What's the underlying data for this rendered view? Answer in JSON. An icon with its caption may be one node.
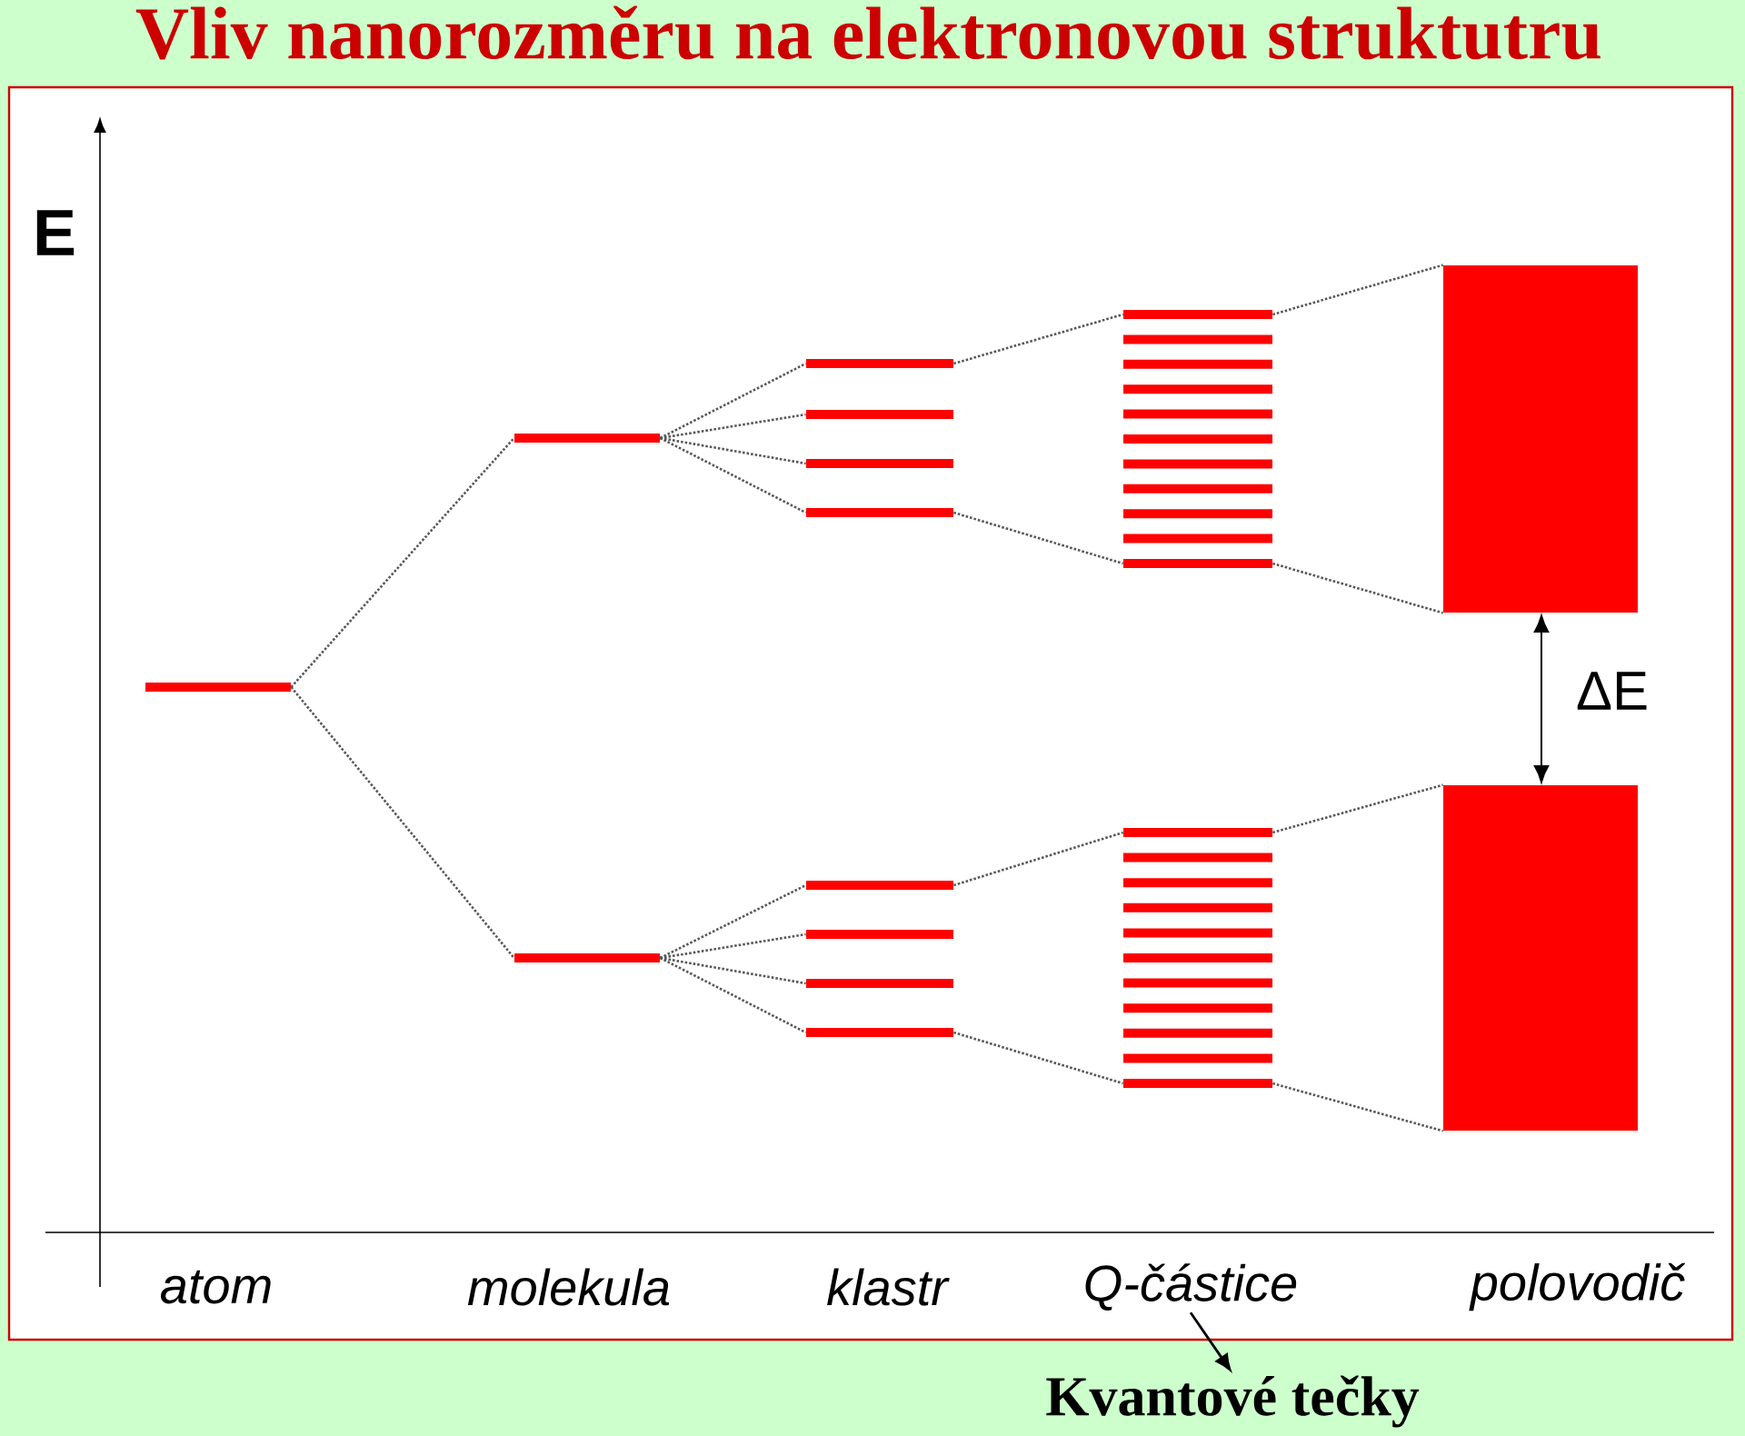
{
  "diagram": {
    "title": "Vliv nanorozměru na elektronovou struktutru",
    "nodes": [
      {
        "text": [],
        "shape": "bar"
      },
      {
        "text": [],
        "shape": "bar"
      },
      {
        "text": [],
        "shape": "bar"
      },
      {
        "text": [],
        "shape": "bar"
      },
      {
        "text": [],
        "shape": "bar"
      },
      {
        "text": [],
        "shape": "bar"
      },
      {
        "text": [],
        "shape": "bar"
      },
      {
        "text": [],
        "shape": "bar"
      },
      {
        "text": [],
        "shape": "bar"
      },
      {
        "text": [],
        "shape": "bar"
      },
      {
        "text": [],
        "shape": "bar"
      },
      {
        "text": [],
        "shape": "bar"
      },
      {
        "text": [],
        "shape": "bar"
      },
      {
        "text": [],
        "shape": "bar"
      },
      {
        "text": [],
        "shape": "bar"
      },
      {
        "text": [],
        "shape": "bar"
      },
      {
        "text": [],
        "shape": "bar"
      },
      {
        "text": [],
        "shape": "bar"
      },
      {
        "text": [],
        "shape": "bar"
      },
      {
        "text": [],
        "shape": "bar"
      },
      {
        "text": [],
        "shape": "bar"
      },
      {
        "text": [],
        "shape": "bar"
      },
      {
        "text": [],
        "shape": "bar"
      },
      {
        "text": [],
        "shape": "bar"
      },
      {
        "text": [],
        "shape": "bar"
      },
      {
        "text": [],
        "shape": "bar"
      },
      {
        "text": [],
        "shape": "bar"
      },
      {
        "text": [],
        "shape": "bar"
      },
      {
        "text": [],
        "shape": "bar"
      },
      {
        "text": [],
        "shape": "bar"
      },
      {
        "text": [],
        "shape": "bar"
      },
      {
        "text": [],
        "shape": "bar"
      },
      {
        "text": [],
        "shape": "bar"
      },
      {
        "text": [],
        "shape": "box"
      },
      {
        "text": [],
        "shape": "box"
      },
      {
        "text": [
          "Q-částice"
        ]
      },
      {
        "text": [
          "Kvantové tečky"
        ]
      }
    ],
    "edges": [
      {
        "from": 0,
        "to": 1,
        "arrow": "none",
        "style": "dashed"
      },
      {
        "from": 0,
        "to": 2,
        "arrow": "none",
        "style": "dashed"
      },
      {
        "from": 1,
        "to": 3,
        "arrow": "none",
        "style": "dashed"
      },
      {
        "from": 1,
        "to": 4,
        "arrow": "none",
        "style": "dashed"
      },
      {
        "from": 1,
        "to": 5,
        "arrow": "none",
        "style": "dashed"
      },
      {
        "from": 1,
        "to": 6,
        "arrow": "none",
        "style": "dashed"
      },
      {
        "from": 2,
        "to": 7,
        "arrow": "none",
        "style": "dashed"
      },
      {
        "from": 2,
        "to": 8,
        "arrow": "none",
        "style": "dashed"
      },
      {
        "from": 2,
        "to": 9,
        "arrow": "none",
        "style": "dashed"
      },
      {
        "from": 2,
        "to": 10,
        "arrow": "none",
        "style": "dashed"
      },
      {
        "from": 3,
        "to": 11,
        "arrow": "none",
        "style": "dashed"
      },
      {
        "from": 6,
        "to": 21,
        "arrow": "none",
        "style": "dashed"
      },
      {
        "from": 7,
        "to": 22,
        "arrow": "none",
        "style": "dashed"
      },
      {
        "from": 10,
        "to": 32,
        "arrow": "none",
        "style": "dashed"
      },
      {
        "from": 11,
        "to": 33,
        "arrow": "none",
        "style": "dashed"
      },
      {
        "from": 21,
        "to": 33,
        "arrow": "none",
        "style": "dashed"
      },
      {
        "from": 22,
        "to": 34,
        "arrow": "none",
        "style": "dashed"
      },
      {
        "from": 32,
        "to": 34,
        "arrow": "none",
        "style": "dashed"
      },
      {
        "from": 35,
        "to": 36,
        "arrow": "to"
      }
    ],
    "labels": [
      "E",
      "ΔE",
      "atom",
      "molekula",
      "klastr",
      "polovodič"
    ]
  }
}
